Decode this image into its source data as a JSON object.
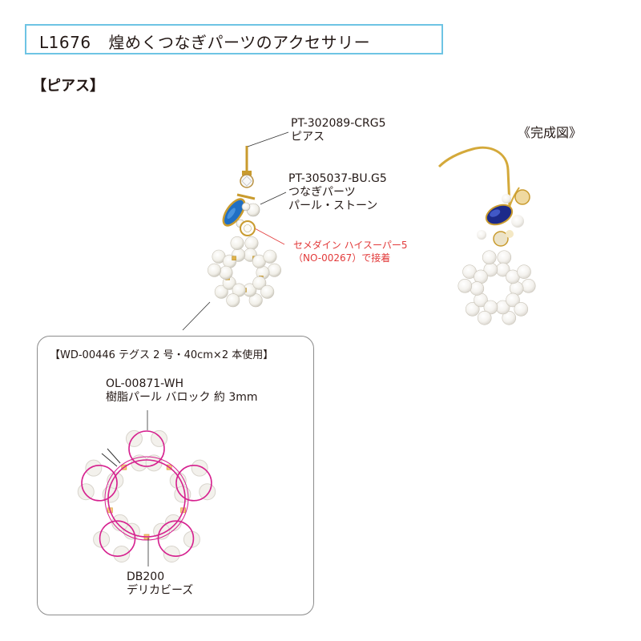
{
  "title": {
    "code": "L1676",
    "text": "煌めくつなぎパーツのアクセサリー"
  },
  "section": "【ピアス】",
  "labels": {
    "hook": {
      "code": "PT-302089-CRG5",
      "name": "ピアス"
    },
    "connector": {
      "code": "PT-305037-BU.G5",
      "line1": "つなぎパーツ",
      "line2": "パール・ストーン"
    },
    "glue": {
      "line1": "セメダイン ハイスーパー5",
      "line2": "（NO-00267）で接着"
    },
    "finished": "《完成図》"
  },
  "detail": {
    "title": "【WD-00446 テグス 2 号・40cm×2 本使用】",
    "pearl": {
      "code": "OL-00871-WH",
      "name": "樹脂パール バロック  約 3mm"
    },
    "bead": {
      "code": "DB200",
      "name": "デリカビーズ"
    }
  },
  "colors": {
    "frame": "#6ec4e4",
    "wire": "#d6218f",
    "glue_text": "#e23a3a",
    "gold": "#d4a93a",
    "stone": "#1f6fc4",
    "sapphire": "#1c2a8a"
  }
}
